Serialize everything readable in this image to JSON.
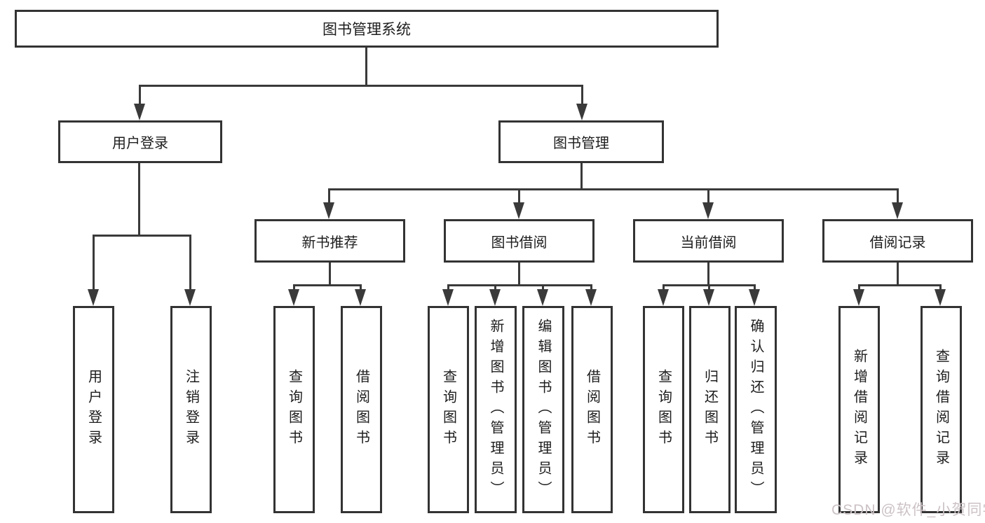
{
  "diagram_title": "图书管理系统",
  "nodes": {
    "root": "图书管理系统",
    "user_login": "用户登录",
    "book_mgmt": "图书管理",
    "new_book_rec": "新书推荐",
    "book_borrow": "图书借阅",
    "current_borrow": "当前借阅",
    "borrow_record": "借阅记录",
    "leaves": {
      "g1": [
        "用户登录",
        "注销登录"
      ],
      "g2": [
        "查询图书",
        "借阅图书"
      ],
      "g3": [
        "查询图书",
        "新增图书（管理员）",
        "编辑图书（管理员）",
        "借阅图书"
      ],
      "g4": [
        "查询图书",
        "归还图书",
        "确认归还（管理员）"
      ],
      "g5": [
        "新增借阅记录",
        "查询借阅记录"
      ]
    }
  },
  "watermark": "CSDN @软件_小贺同学",
  "colors": {
    "line": "#3a3a3a",
    "box_border": "#333333",
    "text": "#1d1d1d",
    "watermark": "#ccc2c6",
    "background": "#ffffff"
  }
}
